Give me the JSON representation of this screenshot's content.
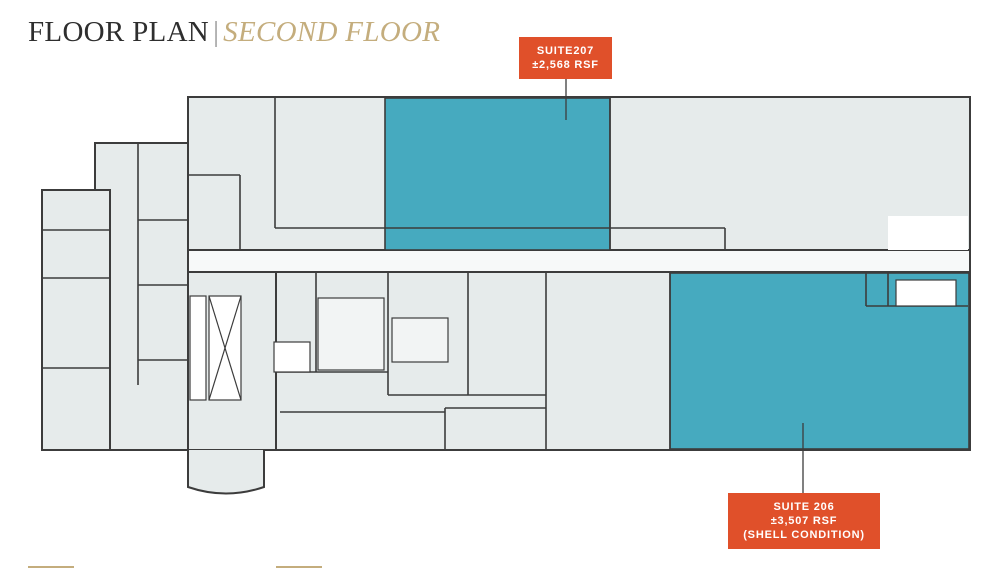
{
  "title": {
    "main": "FLOOR PLAN",
    "divider": "|",
    "subtitle": "SECOND FLOOR"
  },
  "suites": [
    {
      "line1": "SUITE207",
      "line2": "±2,568 RSF"
    },
    {
      "line1": "SUITE 206",
      "line2": "±3,507 RSF",
      "line3": "(SHELL CONDITION)"
    }
  ],
  "colors": {
    "title_main": "#2e2e2e",
    "title_subtitle": "#c4ad7d",
    "suite_fill": "#46aabf",
    "room_fill": "#e6ebeb",
    "wall": "#3c3c3c",
    "callout": "#e0502a",
    "accent_rule": "#c4ad7d"
  }
}
